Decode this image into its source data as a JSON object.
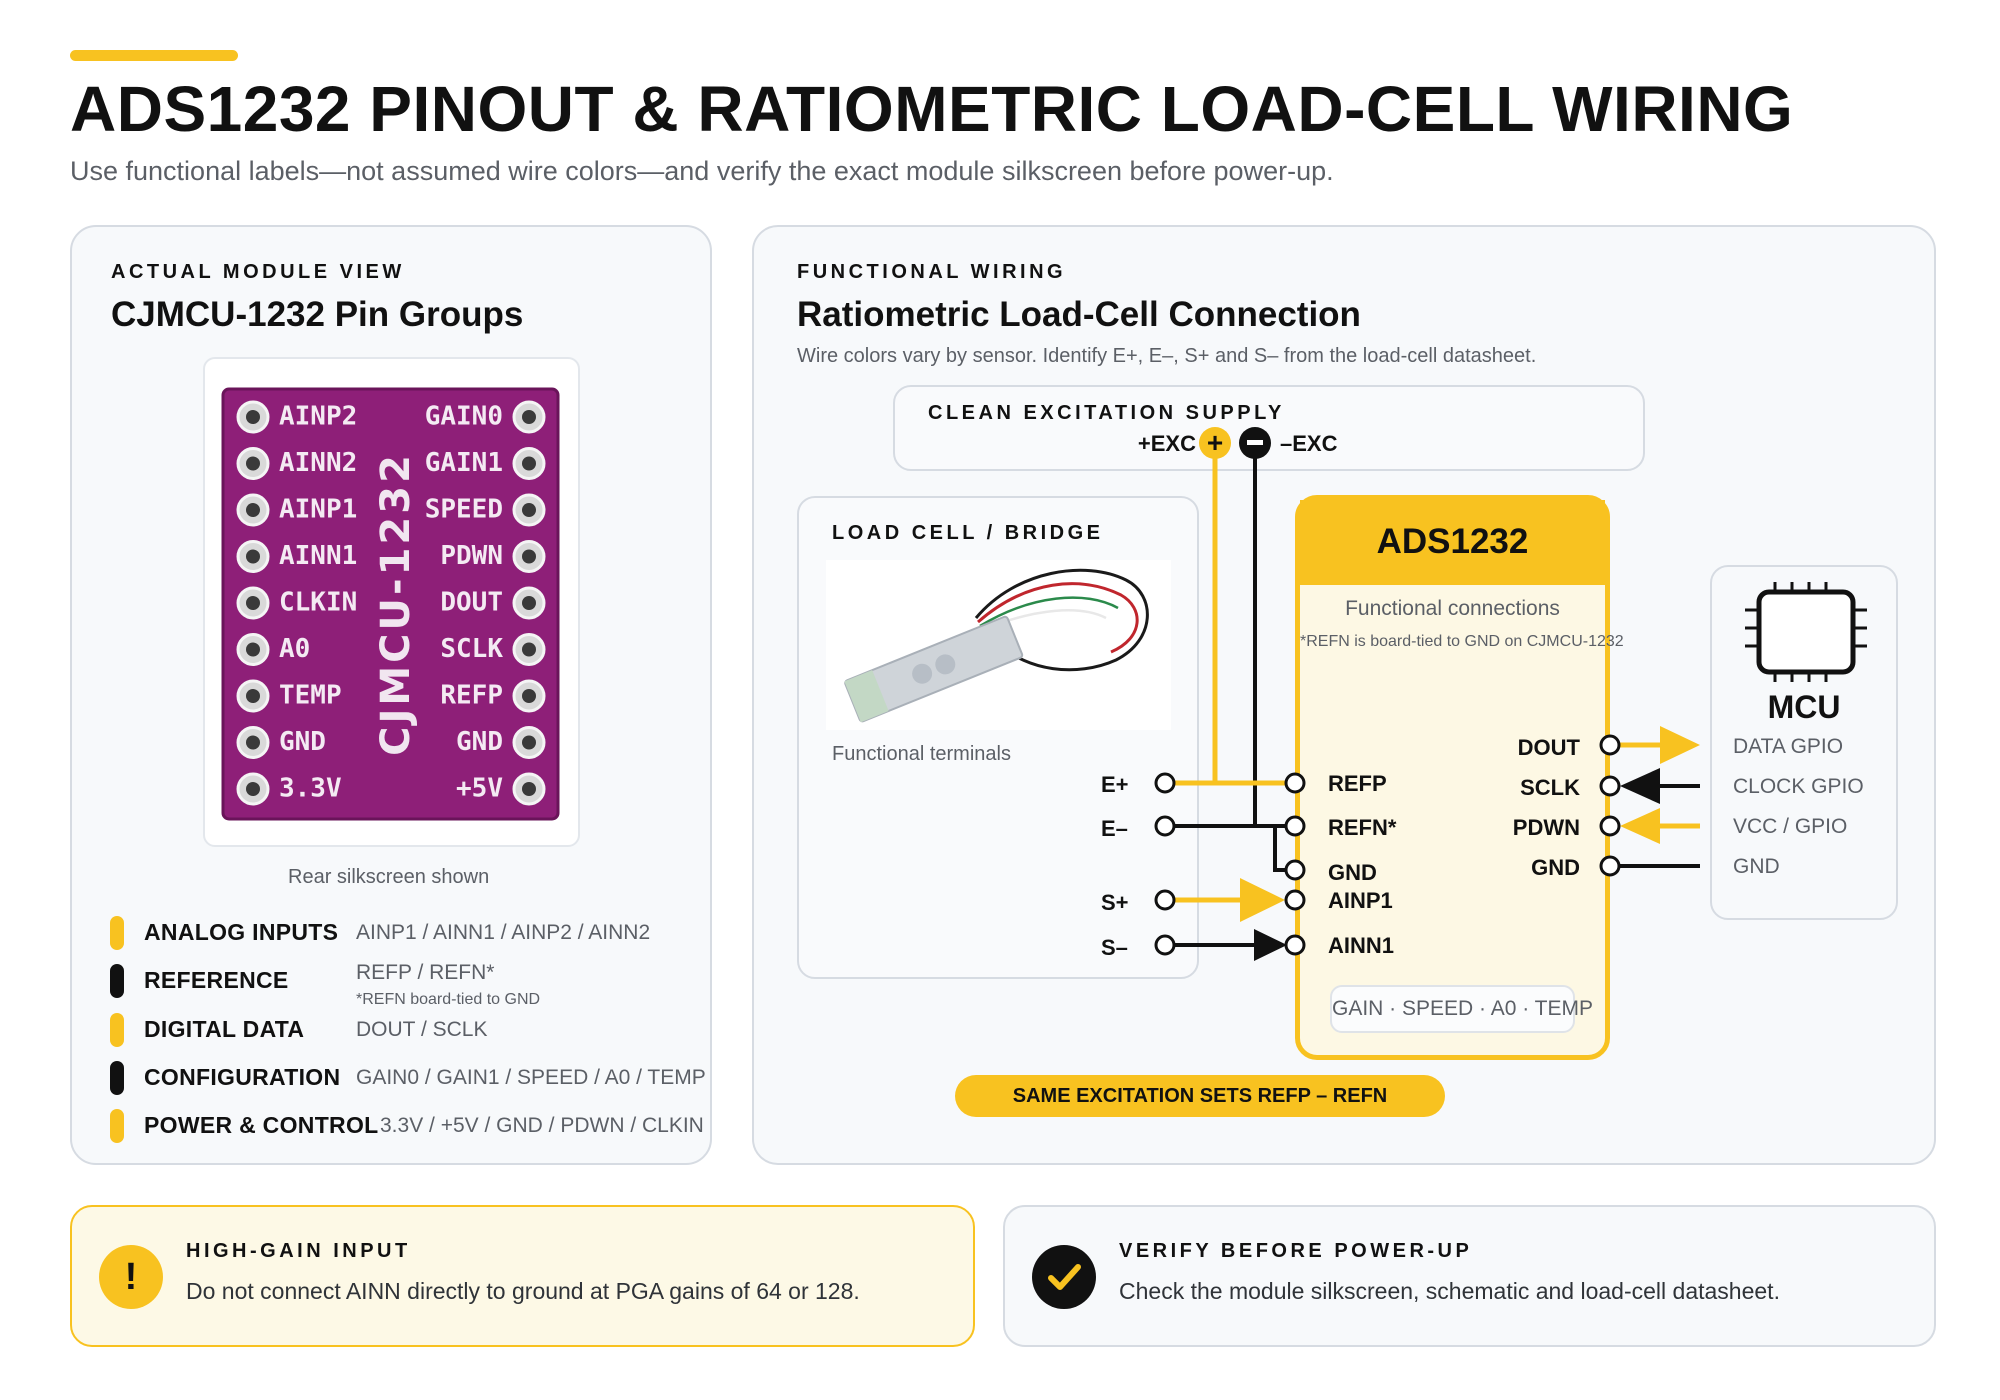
{
  "header": {
    "title": "ADS1232 PINOUT & RATIOMETRIC LOAD-CELL WIRING",
    "subtitle": "Use functional labels—not assumed wire colors—and verify the exact module silkscreen before power-up."
  },
  "left_card": {
    "eyebrow": "ACTUAL MODULE VIEW",
    "title": "CJMCU-1232 Pin Groups",
    "caption": "Rear silkscreen shown",
    "module": {
      "board_name": "CJMCU-1232",
      "left_pins": [
        "AINP2",
        "AINN2",
        "AINP1",
        "AINN1",
        "CLKIN",
        "A0",
        "TEMP",
        "GND",
        "3.3V"
      ],
      "right_pins": [
        "GAIN0",
        "GAIN1",
        "SPEED",
        "PDWN",
        "DOUT",
        "SCLK",
        "REFP",
        "GND",
        "+5V"
      ]
    },
    "legend": [
      {
        "label": "ANALOG INPUTS",
        "pins": "AINP1 / AINN1 / AINP2 / AINN2",
        "color": "#f8c220"
      },
      {
        "label": "REFERENCE",
        "pins": "REFP / REFN*",
        "note": "*REFN board-tied to GND",
        "color": "#111111"
      },
      {
        "label": "DIGITAL DATA",
        "pins": "DOUT / SCLK",
        "color": "#f8c220"
      },
      {
        "label": "CONFIGURATION",
        "pins": "GAIN0 / GAIN1 / SPEED / A0 / TEMP",
        "color": "#111111"
      },
      {
        "label": "POWER & CONTROL",
        "pins": "3.3V / +5V / GND / PDWN / CLKIN",
        "color": "#f8c220"
      }
    ]
  },
  "right_card": {
    "eyebrow": "FUNCTIONAL WIRING",
    "title": "Ratiometric Load-Cell Connection",
    "note": "Wire colors vary by sensor. Identify E+, E–, S+ and S– from the load-cell datasheet.",
    "supply": {
      "eyebrow": "CLEAN EXCITATION SUPPLY",
      "plus_label": "+EXC",
      "minus_label": "–EXC",
      "plus_symbol": "+",
      "minus_symbol": "–"
    },
    "load_cell": {
      "eyebrow": "LOAD CELL / BRIDGE",
      "caption": "Functional terminals",
      "terminals": [
        "E+",
        "E–",
        "S+",
        "S–"
      ]
    },
    "ads": {
      "title": "ADS1232",
      "subtitle": "Functional connections",
      "note": "*REFN is board-tied to GND on CJMCU-1232",
      "left_pins": [
        "REFP",
        "REFN*",
        "GND",
        "AINP1",
        "AINN1"
      ],
      "right_pins": [
        "DOUT",
        "SCLK",
        "PDWN",
        "GND"
      ],
      "config_pins": "GAIN · SPEED · A0 · TEMP"
    },
    "mcu": {
      "title": "MCU",
      "pins": [
        "DATA GPIO",
        "CLOCK GPIO",
        "VCC / GPIO",
        "GND"
      ]
    },
    "banner": "SAME EXCITATION SETS REFP – REFN"
  },
  "alerts": [
    {
      "eyebrow": "HIGH-GAIN INPUT",
      "text": "Do not connect AINN directly to ground at PGA gains of 64 or 128.",
      "icon": "exclamation-icon",
      "symbol": "!"
    },
    {
      "eyebrow": "VERIFY BEFORE POWER-UP",
      "text": "Check the module silkscreen, schematic and load-cell datasheet.",
      "icon": "check-icon"
    }
  ],
  "colors": {
    "accent": "#f8c220",
    "ink": "#111111",
    "muted": "#5b5f66",
    "board": "#8e1f78"
  }
}
